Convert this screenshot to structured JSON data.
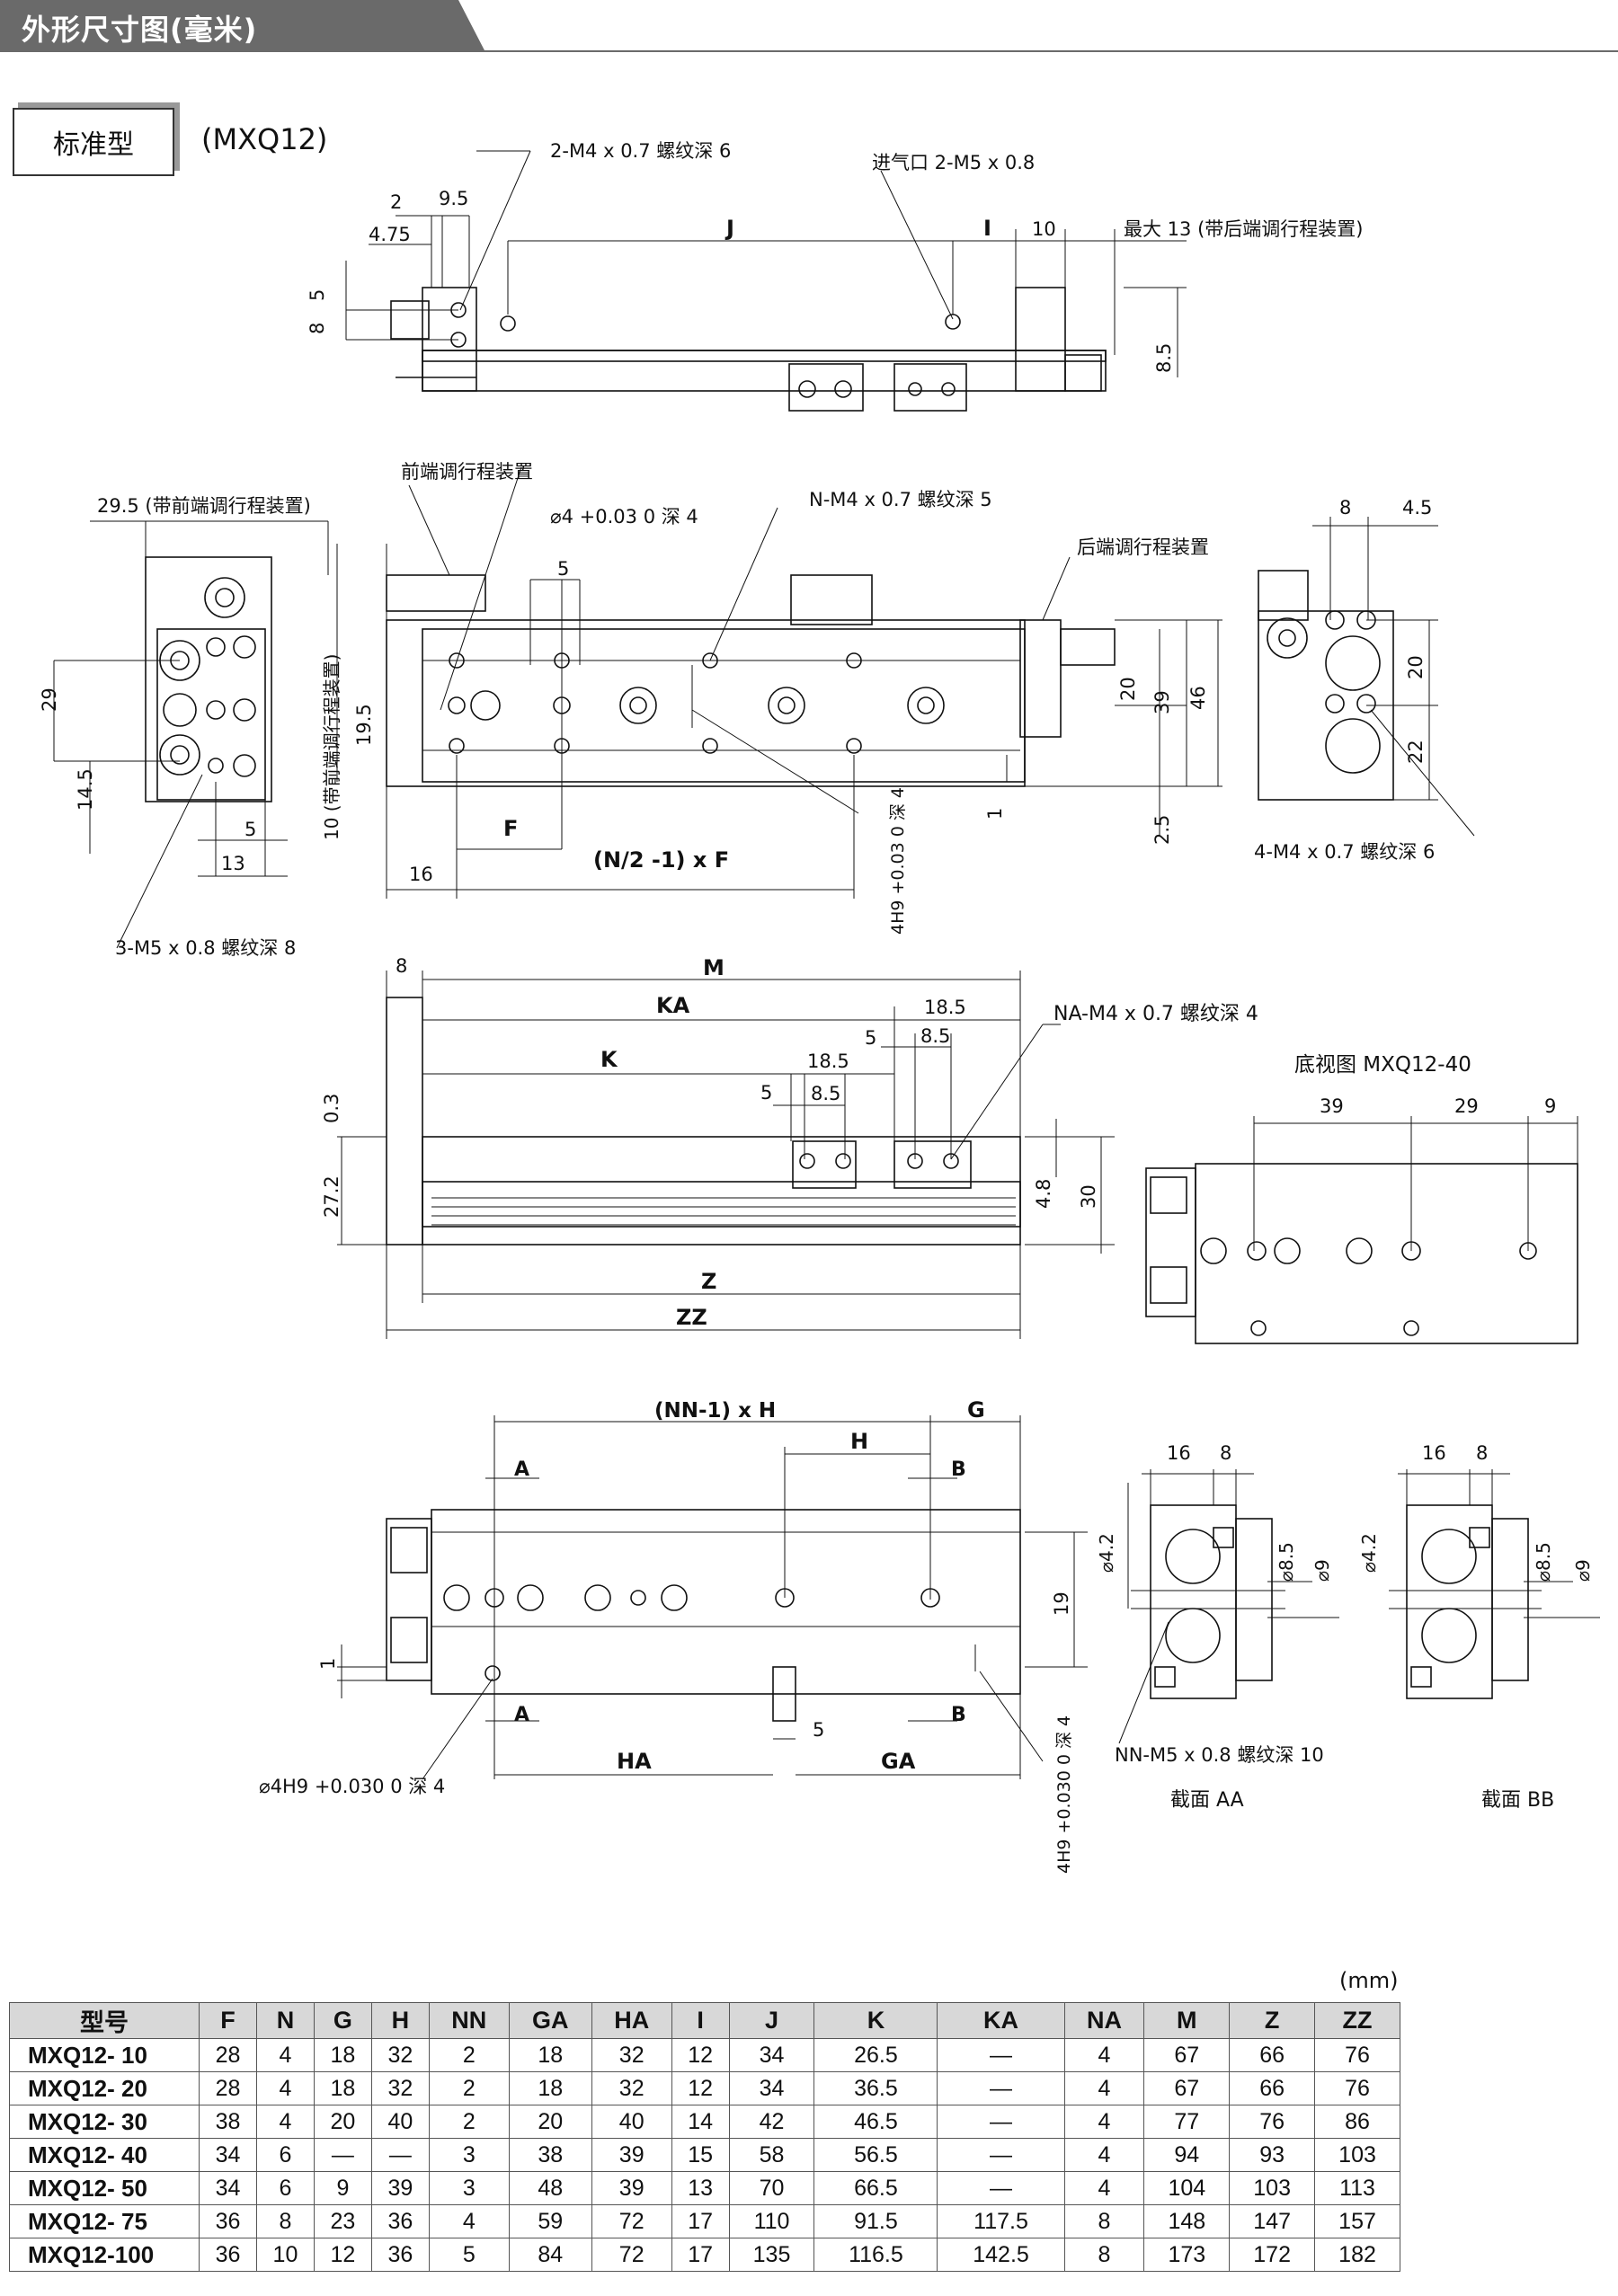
{
  "header": {
    "title": "外形尺寸图(毫米)"
  },
  "section": {
    "type_label": "标准型",
    "model": "(MXQ12)"
  },
  "labels": {
    "top_tap": "2-M4 x 0.7 螺纹深 6",
    "top_inlet": "进气口 2-M5 x 0.8",
    "top_max": "最大 13 (带后端调行程装置)",
    "front_adj": "前端调行程装置",
    "rear_adj": "后端调行程装置",
    "left_29_5": "29.5 (带前端调行程装置)",
    "left_10": "10 (带前端调行程装置)",
    "hole_dia": "⌀4 +0.03 0 深 4",
    "n_tap": "N-M4 x 0.7 螺纹深 5",
    "m5_tap": "3-M5 x 0.8  螺纹深 8",
    "formula": "(N/2 -1) x F",
    "hole_4h9": "4H9 +0.03 0 深 4",
    "right_tap": "4-M4 x 0.7 螺纹深 6",
    "na_tap": "NA-M4 x 0.7 螺纹深 4",
    "bottom_view": "底视图 MXQ12-40",
    "nn_h": "(NN-1) x H",
    "hole_4h9_b": "⌀4H9 +0.030 0 深 4",
    "hole_4h9_c": "4H9 +0.030 0 深 4",
    "nn_tap": "NN-M5 x 0.8 螺纹深  10",
    "sec_aa": "截面 AA",
    "sec_bb": "截面 BB"
  },
  "dims": {
    "d2": "2",
    "d9_5": "9.5",
    "d4_75": "4.75",
    "J": "J",
    "I": "I",
    "d10": "10",
    "d8": "8",
    "d5": "5",
    "d8_5": "8.5",
    "d29": "29",
    "d14_5": "14.5",
    "d13": "13",
    "d19_5": "19.5",
    "F": "F",
    "d16": "16",
    "d20": "20",
    "d39": "39",
    "d46": "46",
    "d1": "1",
    "d2_5": "2.5",
    "d4_5": "4.5",
    "d22": "22",
    "M": "M",
    "KA": "KA",
    "K": "K",
    "d18_5": "18.5",
    "d0_3": "0.3",
    "d27_2": "27.2",
    "d4_8": "4.8",
    "d30": "30",
    "Z": "Z",
    "ZZ": "ZZ",
    "d9": "9",
    "H": "H",
    "G": "G",
    "A": "A",
    "B": "B",
    "HA": "HA",
    "GA": "GA",
    "d19": "19",
    "d4_2": "⌀4.2",
    "d8_5d": "⌀8.5",
    "d9d": "⌀9"
  },
  "table": {
    "unit": "(mm)",
    "headers": [
      "型号",
      "F",
      "N",
      "G",
      "H",
      "NN",
      "GA",
      "HA",
      "I",
      "J",
      "K",
      "KA",
      "NA",
      "M",
      "Z",
      "ZZ"
    ],
    "rows": [
      [
        "MXQ12- 10",
        "28",
        "4",
        "18",
        "32",
        "2",
        "18",
        "32",
        "12",
        "34",
        "26.5",
        "—",
        "4",
        "67",
        "66",
        "76"
      ],
      [
        "MXQ12- 20",
        "28",
        "4",
        "18",
        "32",
        "2",
        "18",
        "32",
        "12",
        "34",
        "36.5",
        "—",
        "4",
        "67",
        "66",
        "76"
      ],
      [
        "MXQ12- 30",
        "38",
        "4",
        "20",
        "40",
        "2",
        "20",
        "40",
        "14",
        "42",
        "46.5",
        "—",
        "4",
        "77",
        "76",
        "86"
      ],
      [
        "MXQ12- 40",
        "34",
        "6",
        "—",
        "—",
        "3",
        "38",
        "39",
        "15",
        "58",
        "56.5",
        "—",
        "4",
        "94",
        "93",
        "103"
      ],
      [
        "MXQ12- 50",
        "34",
        "6",
        "9",
        "39",
        "3",
        "48",
        "39",
        "13",
        "70",
        "66.5",
        "—",
        "4",
        "104",
        "103",
        "113"
      ],
      [
        "MXQ12- 75",
        "36",
        "8",
        "23",
        "36",
        "4",
        "59",
        "72",
        "17",
        "110",
        "91.5",
        "117.5",
        "8",
        "148",
        "147",
        "157"
      ],
      [
        "MXQ12-100",
        "36",
        "10",
        "12",
        "36",
        "5",
        "84",
        "72",
        "17",
        "135",
        "116.5",
        "142.5",
        "8",
        "173",
        "172",
        "182"
      ]
    ]
  }
}
